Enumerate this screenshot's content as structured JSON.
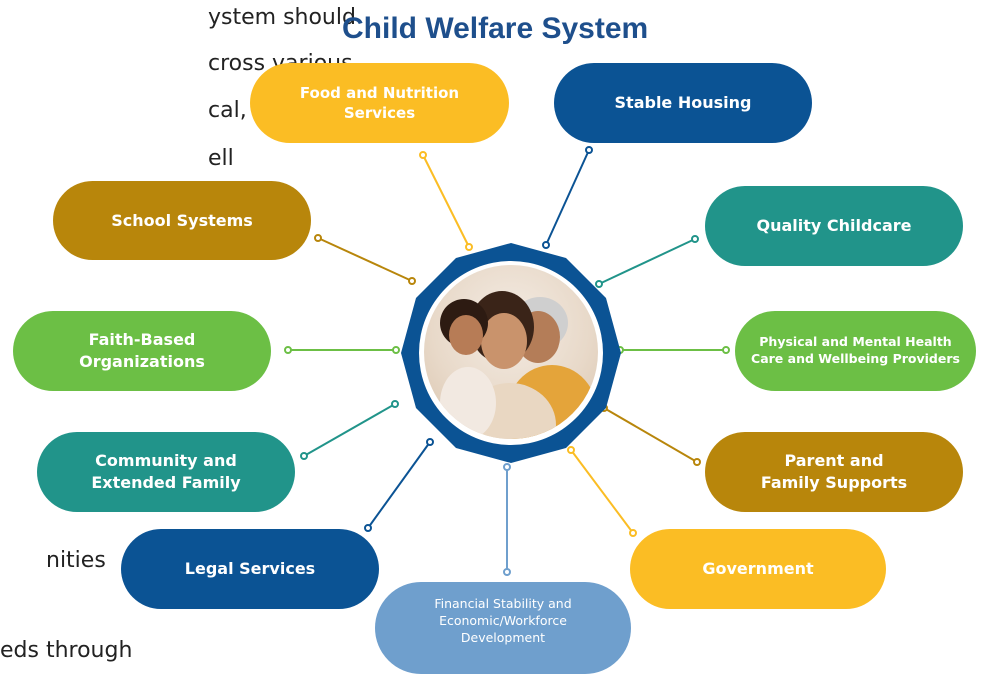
{
  "title": "Child Welfare System",
  "side_text": {
    "left_top": [
      "ystem should",
      "cross various",
      "cal, regional,",
      "ell"
    ],
    "left_bottom": [
      "nities",
      "eds through"
    ]
  },
  "hub": {
    "image_alt": "Three generations of family smiling together"
  },
  "nodes": {
    "food": "Food and Nutrition\nServices",
    "housing": "Stable Housing",
    "school": "School Systems",
    "childcare": "Quality Childcare",
    "faith": "Faith-Based\nOrganizations",
    "health": "Physical and Mental Health\nCare and Wellbeing Providers",
    "community": "Community and\nExtended Family",
    "parent": "Parent and\nFamily Supports",
    "legal": "Legal Services",
    "government": "Government",
    "financial": "Financial Stability and\nEconomic/Workforce\nDevelopment"
  },
  "colors": {
    "yellow": "#fbbd24",
    "navy": "#0b5394",
    "teal": "#21948a",
    "gold": "#b8860b",
    "green": "#6cbf45",
    "lightblue": "#6f9fcd",
    "title": "#1e4f8c"
  }
}
